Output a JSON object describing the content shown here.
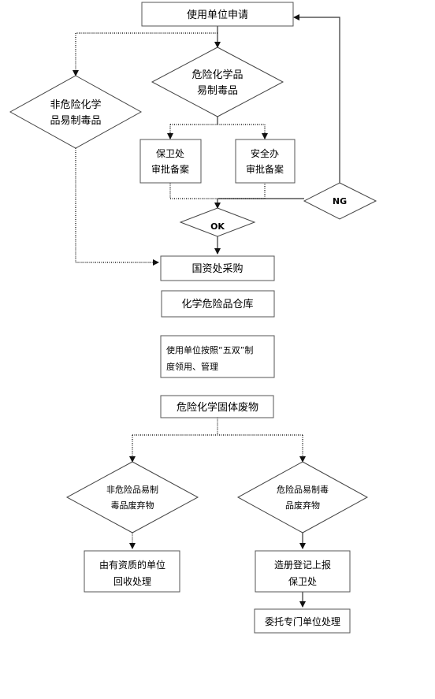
{
  "nodes": {
    "apply": "使用单位申请",
    "hazardous_diamond": [
      "危险化学品",
      "易制毒品"
    ],
    "nonhazardous_diamond": [
      "非危险化学",
      "品易制毒品"
    ],
    "security_office": [
      "保卫处",
      "审批备案"
    ],
    "safety_office": [
      "安全办",
      "审批备案"
    ],
    "ng": "NG",
    "ok": "OK",
    "procurement": "国资处采购",
    "warehouse": "化学危险品仓库",
    "usage_rules": [
      "使用单位按照“五双”制",
      "度领用、管理"
    ],
    "solid_waste": "危险化学固体废物",
    "nonhazardous_waste_diamond": [
      "非危险品易制",
      "毒品废弃物"
    ],
    "hazardous_waste_diamond": [
      "危险品易制毒",
      "品废弃物"
    ],
    "qualified_recycling": [
      "由有资质的单位",
      "回收处理"
    ],
    "register_report": [
      "造册登记上报",
      "保卫处"
    ],
    "entrusted_disposal": "委托专门单位处理"
  }
}
